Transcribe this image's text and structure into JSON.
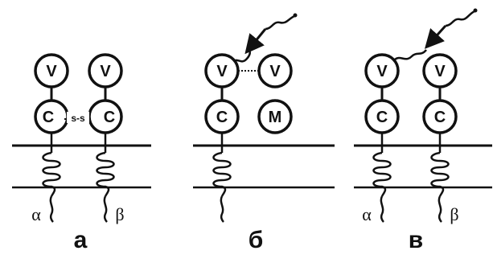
{
  "panels": [
    {
      "label": "а",
      "chains": [
        {
          "top": "V",
          "bottom": "C",
          "tail": "α"
        },
        {
          "top": "V",
          "bottom": "C",
          "tail": "β"
        }
      ],
      "bond": "s-s"
    },
    {
      "label": "б",
      "chains": [
        {
          "top": "V",
          "bottom": "C"
        },
        {
          "top": "V",
          "bottom": "M"
        }
      ]
    },
    {
      "label": "в",
      "chains": [
        {
          "top": "V",
          "bottom": "C",
          "tail": "α"
        },
        {
          "top": "V",
          "bottom": "C",
          "tail": "β"
        }
      ]
    }
  ],
  "colors": {
    "ink": "#111111",
    "background": "#ffffff"
  }
}
